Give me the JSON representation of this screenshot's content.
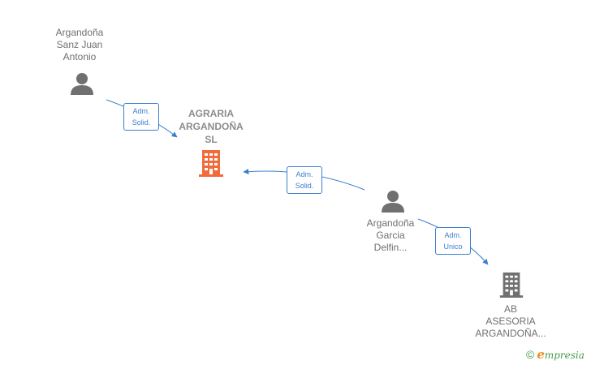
{
  "nodes": {
    "person_sanz": {
      "lines": [
        "Argandoña",
        "Sanz Juan",
        "Antonio"
      ],
      "icon": "person-icon",
      "color": "#707070"
    },
    "company_agraria": {
      "lines": [
        "AGRARIA",
        "ARGANDOÑA",
        "SL"
      ],
      "icon": "building-icon",
      "color": "#f26b3a"
    },
    "person_garcia": {
      "lines": [
        "Argandoña",
        "Garcia",
        "Delfin..."
      ],
      "icon": "person-icon",
      "color": "#707070"
    },
    "company_ab": {
      "lines": [
        "AB",
        "ASESORIA",
        "ARGANDOÑA..."
      ],
      "icon": "building-icon",
      "color": "#707070"
    }
  },
  "edges": [
    {
      "from": "person_sanz",
      "to": "company_agraria",
      "lines": [
        "Adm.",
        "Solid."
      ]
    },
    {
      "from": "person_garcia",
      "to": "company_agraria",
      "lines": [
        "Adm.",
        "Solid."
      ]
    },
    {
      "from": "person_garcia",
      "to": "company_ab",
      "lines": [
        "Adm.",
        "Unico"
      ]
    }
  ],
  "colors": {
    "edge": "#3a7fcf",
    "accent": "#f26b3a",
    "node": "#707070"
  },
  "brand": {
    "copyright": "©",
    "initial": "e",
    "rest": "mpresia"
  }
}
